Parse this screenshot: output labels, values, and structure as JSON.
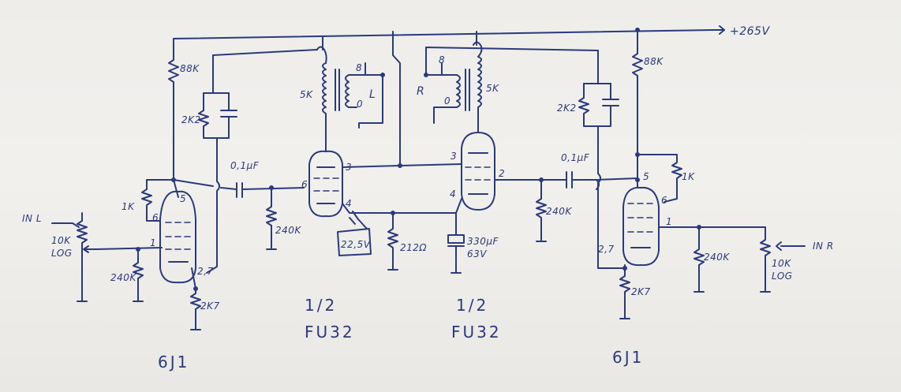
{
  "supply": "+265V",
  "inputs": {
    "left": "IN L",
    "right": "IN R"
  },
  "tubes": {
    "driver_left": "6J1",
    "driver_right": "6J1",
    "output_fraction_left": "1/2",
    "output_fraction_right": "1/2",
    "output_left": "FU32",
    "output_right": "FU32"
  },
  "pins": {
    "v1_5": "5",
    "v1_6": "6",
    "v1_1": "1",
    "v1_27": "2,7",
    "fu_left_3": "3",
    "fu_left_6": "6",
    "fu_left_4": "4",
    "fu_right_3": "3",
    "fu_right_2": "2",
    "fu_right_4": "4",
    "v2_5": "5",
    "v2_6": "6",
    "v2_1": "1",
    "v2_27": "2,7"
  },
  "transformers": {
    "left": {
      "primary": "5K",
      "tap": "8",
      "out": "L",
      "zero": "0"
    },
    "right": {
      "primary": "5K",
      "tap": "8",
      "out": "R",
      "zero": "0"
    }
  },
  "components": {
    "left_plate_res": "88K",
    "left_fb_res": "2K2",
    "left_screen_res": "1K",
    "left_pot": "10K",
    "left_pot_taper": "LOG",
    "left_grid_res": "240K",
    "left_cathode_res": "2K7",
    "left_coupling_cap": "0,1µF",
    "left_fu_grid_res": "240K",
    "bias_label": "22,5V",
    "shared_cathode_res": "212Ω",
    "cathode_cap": "330µF",
    "cathode_cap_voltage": "63V",
    "right_coupling_cap": "0,1µF",
    "right_fu_grid_res": "240K",
    "right_plate_res": "88K",
    "right_fb_res": "2K2",
    "right_screen_res": "1K",
    "right_grid_res": "240K",
    "right_pot": "10K",
    "right_pot_taper": "LOG",
    "right_cathode_res": "2K7"
  }
}
